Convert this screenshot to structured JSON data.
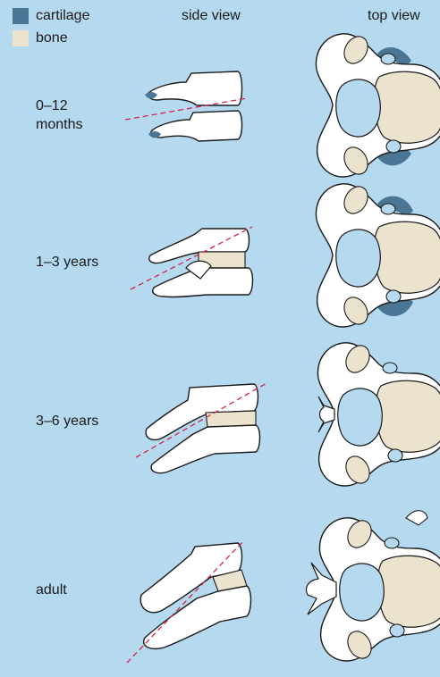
{
  "legend": {
    "items": [
      {
        "label": "cartilage",
        "color": "#4a7595"
      },
      {
        "label": "bone",
        "color": "#ece3cf"
      }
    ]
  },
  "columns": {
    "side": "side view",
    "top": "top view"
  },
  "rows": [
    {
      "label_line1": "0–12",
      "label_line2": "months"
    },
    {
      "label_line1": "1–3 years",
      "label_line2": ""
    },
    {
      "label_line1": "3–6 years",
      "label_line2": ""
    },
    {
      "label_line1": "adult",
      "label_line2": ""
    }
  ],
  "colors": {
    "background": "#b5d9ef",
    "outline": "#1a1a1a",
    "bone_fill": "#ffffff",
    "facet_line": "#d8234a"
  }
}
